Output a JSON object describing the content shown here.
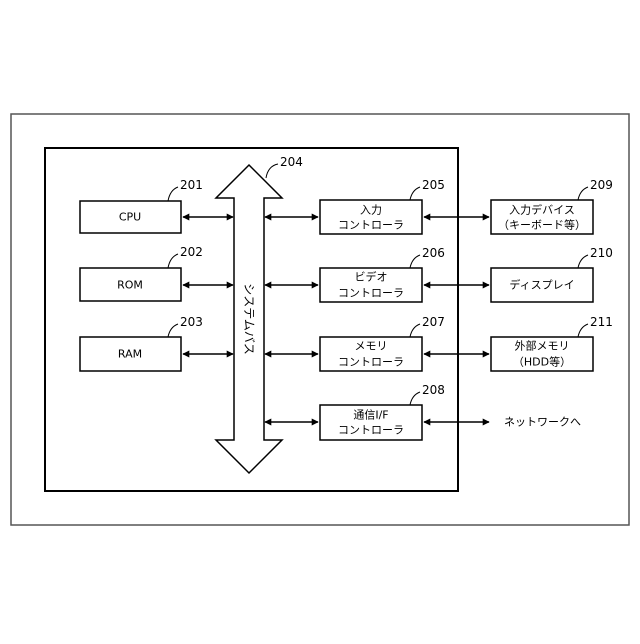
{
  "diagram": {
    "system_bus": {
      "ref": "204",
      "label": "システムバス"
    },
    "left_blocks": {
      "cpu": {
        "ref": "201",
        "label": "CPU"
      },
      "rom": {
        "ref": "202",
        "label": "ROM"
      },
      "ram": {
        "ref": "203",
        "label": "RAM"
      }
    },
    "controllers": {
      "input": {
        "ref": "205",
        "line1": "入力",
        "line2": "コントローラ"
      },
      "video": {
        "ref": "206",
        "line1": "ビデオ",
        "line2": "コントローラ"
      },
      "memory": {
        "ref": "207",
        "line1": "メモリ",
        "line2": "コントローラ"
      },
      "comm": {
        "ref": "208",
        "line1": "通信I/F",
        "line2": "コントローラ"
      }
    },
    "devices": {
      "input_device": {
        "ref": "209",
        "line1": "入力デバイス",
        "line2": "（キーボード等）"
      },
      "display": {
        "ref": "210",
        "label": "ディスプレイ"
      },
      "external_memory": {
        "ref": "211",
        "line1": "外部メモリ",
        "line2": "（HDD等）"
      }
    },
    "network_label": "ネットワークへ"
  }
}
